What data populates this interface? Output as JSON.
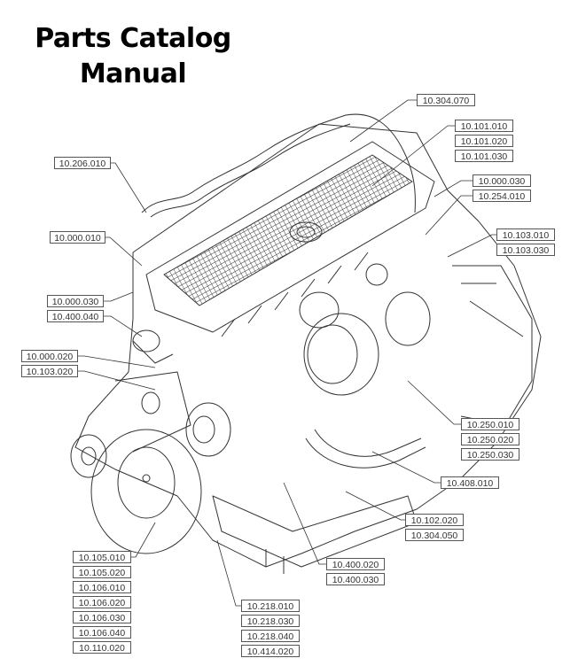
{
  "title": {
    "line1": "Parts Catalog",
    "line2": "Manual"
  },
  "diagram": {
    "subject": "Engine assembly exploded/isometric line drawing",
    "callout_groups": [
      {
        "id": "g-304-070",
        "labels": [
          "10.304.070"
        ]
      },
      {
        "id": "g-101",
        "labels": [
          "10.101.010",
          "10.101.020",
          "10.101.030"
        ]
      },
      {
        "id": "g-206",
        "labels": [
          "10.206.010"
        ]
      },
      {
        "id": "g-000-030-254",
        "labels": [
          "10.000.030",
          "10.254.010"
        ]
      },
      {
        "id": "g-000-010",
        "labels": [
          "10.000.010"
        ]
      },
      {
        "id": "g-103-r",
        "labels": [
          "10.103.010",
          "10.103.030"
        ]
      },
      {
        "id": "g-000-030-l",
        "labels": [
          "10.000.030"
        ]
      },
      {
        "id": "g-400-040",
        "labels": [
          "10.400.040"
        ]
      },
      {
        "id": "g-000-020-103-020",
        "labels": [
          "10.000.020",
          "10.103.020"
        ]
      },
      {
        "id": "g-250",
        "labels": [
          "10.250.010",
          "10.250.020",
          "10.250.030"
        ]
      },
      {
        "id": "g-408",
        "labels": [
          "10.408.010"
        ]
      },
      {
        "id": "g-102-304",
        "labels": [
          "10.102.020",
          "10.304.050"
        ]
      },
      {
        "id": "g-400-020",
        "labels": [
          "10.400.020",
          "10.400.030"
        ]
      },
      {
        "id": "g-105-110",
        "labels": [
          "10.105.010",
          "10.105.020",
          "10.106.010",
          "10.106.020",
          "10.106.030",
          "10.106.040",
          "10.110.020"
        ]
      },
      {
        "id": "g-218-414",
        "labels": [
          "10.218.010",
          "10.218.030",
          "10.218.040",
          "10.414.020"
        ]
      }
    ],
    "colors": {
      "line": "#333333",
      "label_border": "#555555",
      "label_text": "#333333",
      "background": "#ffffff"
    }
  }
}
